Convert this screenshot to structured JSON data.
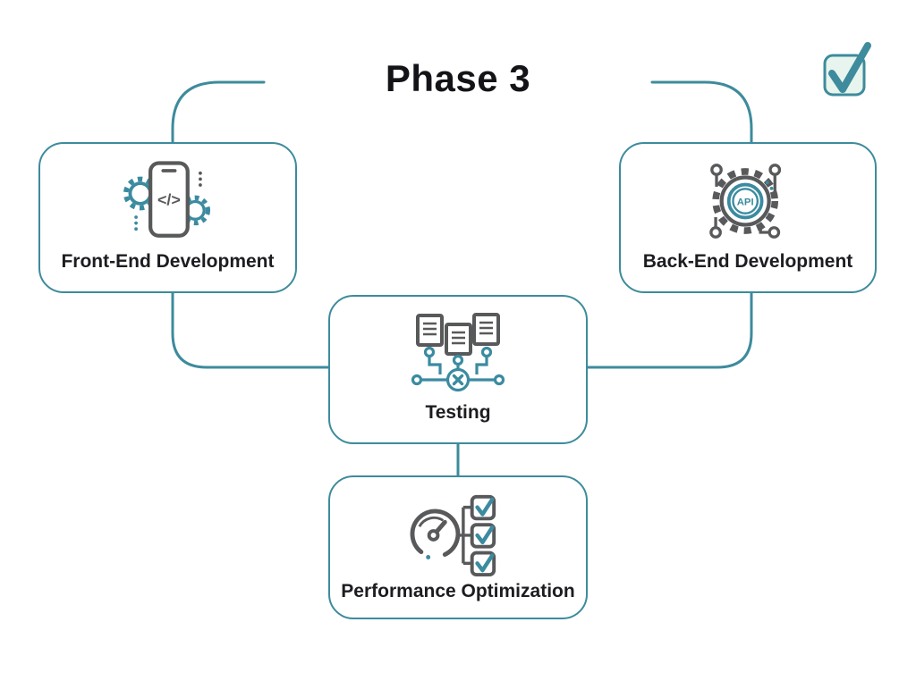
{
  "title": "Phase 3",
  "colors": {
    "accent_teal": "#3d8b9c",
    "icon_gray": "#58595b",
    "text_dark": "#1c1c21",
    "checkbox_fill": "#e8f4ee",
    "background": "#ffffff"
  },
  "status_icon": {
    "name": "checked-checkbox-icon"
  },
  "nodes": [
    {
      "id": "front-end-development",
      "label": "Front-End Development",
      "icon": "smartphone-code-gears-icon",
      "icon_text": "</>"
    },
    {
      "id": "back-end-development",
      "label": "Back-End Development",
      "icon": "api-gear-circuit-icon",
      "icon_text": "API"
    },
    {
      "id": "testing",
      "label": "Testing",
      "icon": "documents-network-x-icon"
    },
    {
      "id": "performance-optimization",
      "label": "Performance Optimization",
      "icon": "speedometer-checklist-icon"
    }
  ],
  "edges": [
    {
      "from": "phase-3",
      "to": "front-end-development"
    },
    {
      "from": "phase-3",
      "to": "back-end-development"
    },
    {
      "from": "front-end-development",
      "to": "testing"
    },
    {
      "from": "back-end-development",
      "to": "testing"
    },
    {
      "from": "testing",
      "to": "performance-optimization"
    }
  ]
}
